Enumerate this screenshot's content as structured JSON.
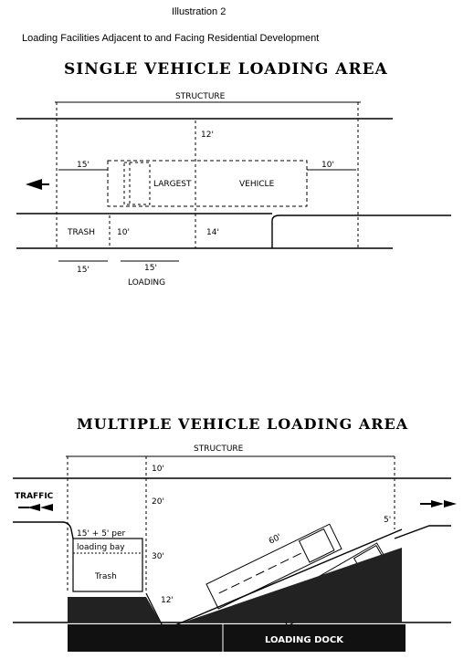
{
  "header": {
    "illustration": "Illustration 2",
    "subtitle": "Loading Facilities Adjacent to and Facing Residential Development"
  },
  "single": {
    "title": "SINGLE VEHICLE LOADING AREA",
    "structure": "STRUCTURE",
    "dim_12": "12'",
    "dim_15_left": "15'",
    "dim_10_right": "10'",
    "largest": "LARGEST",
    "vehicle": "VEHICLE",
    "trash": "TRASH",
    "dim_10": "10'",
    "dim_14": "14'",
    "bottom_15": "15'",
    "bottom_15b": "15'",
    "loading": "LOADING"
  },
  "multiple": {
    "title": "MULTIPLE VEHICLE LOADING AREA",
    "structure": "STRUCTURE",
    "traffic": "TRAFFIC",
    "dim_10": "10'",
    "dim_20": "20'",
    "dim_30": "30'",
    "bay_line1": "15' + 5' per",
    "bay_line2": "loading bay",
    "trash": "Trash",
    "dim_60": "60'",
    "dim_12": "12'",
    "dim_5": "5'",
    "dock": "LOADING DOCK"
  }
}
